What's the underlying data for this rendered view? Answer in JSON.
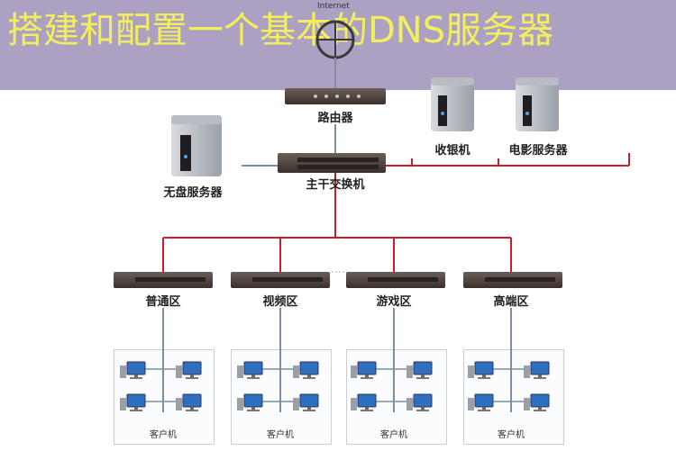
{
  "banner": {
    "title": "搭建和配置一个基本的DNS服务器",
    "background_color": "#aca1c3",
    "title_color": "#f3ef5a"
  },
  "diagram": {
    "internet_label": "Internet",
    "router_label": "路由器",
    "core_switch_label": "主干交换机",
    "diskless_server_label": "无盘服务器",
    "cashier_label": "收银机",
    "movie_server_label": "电影服务器",
    "zones": [
      {
        "label": "普通区",
        "clients_label": "客户机"
      },
      {
        "label": "视频区",
        "clients_label": "客户机"
      },
      {
        "label": "游戏区",
        "clients_label": "客户机"
      },
      {
        "label": "高端区",
        "clients_label": "客户机"
      }
    ],
    "colors": {
      "uplink": "#7a8ea8",
      "red_link": "#c8202a",
      "device": "#4a3f3a"
    }
  }
}
